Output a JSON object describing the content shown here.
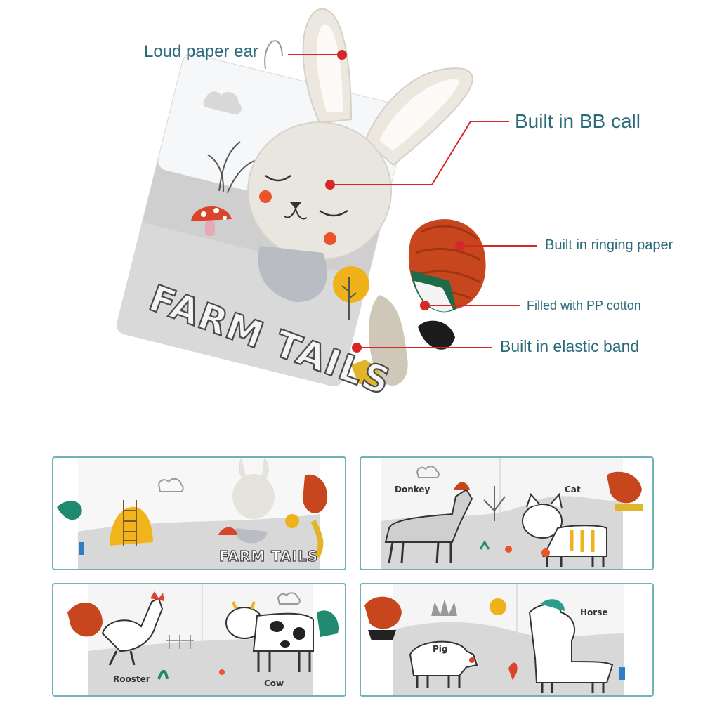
{
  "hero": {
    "book_title": "FARM TAILS",
    "callouts": [
      "Loud paper ear",
      "Built in BB call",
      "Built in ringing paper",
      "Filled with PP cotton",
      "Built in elastic band"
    ]
  },
  "panels": [
    {
      "title": "FARM TAILS"
    },
    {
      "labels": [
        "Donkey",
        "Cat"
      ]
    },
    {
      "labels": [
        "Rooster",
        "Cow"
      ]
    },
    {
      "labels": [
        "Pig",
        "Horse"
      ]
    }
  ],
  "colors": {
    "callout_text": "#2b6a7a",
    "leader_line": "#d62828",
    "panel_border": "#6fb3b8",
    "tail_red": "#c8461d"
  }
}
